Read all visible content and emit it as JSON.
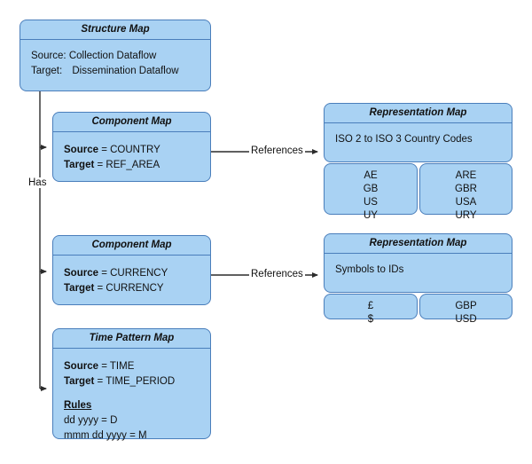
{
  "diagram": {
    "title_style": "structure-map-diagram",
    "accent_fill": "#a9d2f3",
    "accent_stroke": "#4a7ebb",
    "background": "#ffffff"
  },
  "structure_map": {
    "header": "Structure Map",
    "source_label": "Source:",
    "source_value": "Collection Dataflow",
    "target_label": "Target:",
    "target_value": "Dissemination Dataflow"
  },
  "component_map_country": {
    "header": "Component Map",
    "source_label": "Source",
    "source_value": "= COUNTRY",
    "target_label": "Target",
    "target_value": "= REF_AREA"
  },
  "component_map_currency": {
    "header": "Component Map",
    "source_label": "Source",
    "source_value": "= CURRENCY",
    "target_label": "Target",
    "target_value": "= CURRENCY"
  },
  "time_pattern_map": {
    "header": "Time Pattern Map",
    "source_label": "Source",
    "source_value": "= TIME",
    "target_label": "Target",
    "target_value": "= TIME_PERIOD",
    "rules_label": "Rules",
    "rules": [
      "dd yyyy = D",
      "mmm dd yyyy = M"
    ]
  },
  "representation_map_country": {
    "header": "Representation Map",
    "description": "ISO 2 to ISO 3 Country Codes",
    "source_codes": [
      "AE",
      "GB",
      "US",
      "UY"
    ],
    "target_codes": [
      "ARE",
      "GBR",
      "USA",
      "URY"
    ]
  },
  "representation_map_currency": {
    "header": "Representation Map",
    "description": "Symbols to IDs",
    "source_codes": [
      "£",
      "$"
    ],
    "target_codes": [
      "GBP",
      "USD"
    ]
  },
  "edges": {
    "has": "Has",
    "references_country": "References",
    "references_currency": "References"
  }
}
